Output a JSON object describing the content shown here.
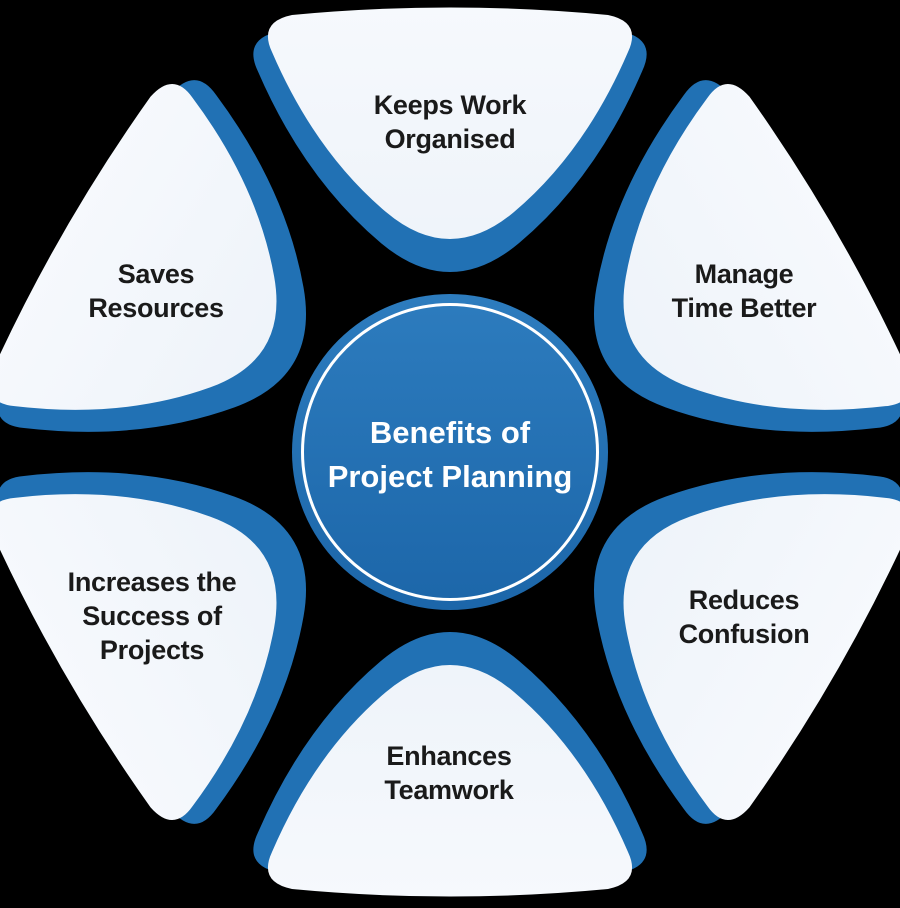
{
  "title": "Benefits of Project Planning",
  "center": {
    "label": "Benefits of\nProject Planning"
  },
  "petals": [
    {
      "id": "keeps-work-organised",
      "position": "top",
      "label": "Keeps Work\nOrganised"
    },
    {
      "id": "manage-time-better",
      "position": "top-right",
      "label": "Manage\nTime Better"
    },
    {
      "id": "reduces-confusion",
      "position": "bottom-right",
      "label": "Reduces\nConfusion"
    },
    {
      "id": "enhances-teamwork",
      "position": "bottom",
      "label": "Enhances\nTeamwork"
    },
    {
      "id": "increases-the-success-of-projects",
      "position": "bottom-left",
      "label": "Increases the\nSuccess of\nProjects"
    },
    {
      "id": "saves-resources",
      "position": "top-left",
      "label": "Saves\nResources"
    }
  ],
  "colors": {
    "background": "#000000",
    "petal_fill_light": "#f6f9fd",
    "petal_fill_dark": "#eef3f9",
    "shadow_blue": "#2171b4",
    "circle_top": "#2d7cbe",
    "circle_bottom": "#1c66a9",
    "ring_white": "#ffffff",
    "label_text": "#1a1a1a",
    "center_text": "#ffffff"
  }
}
